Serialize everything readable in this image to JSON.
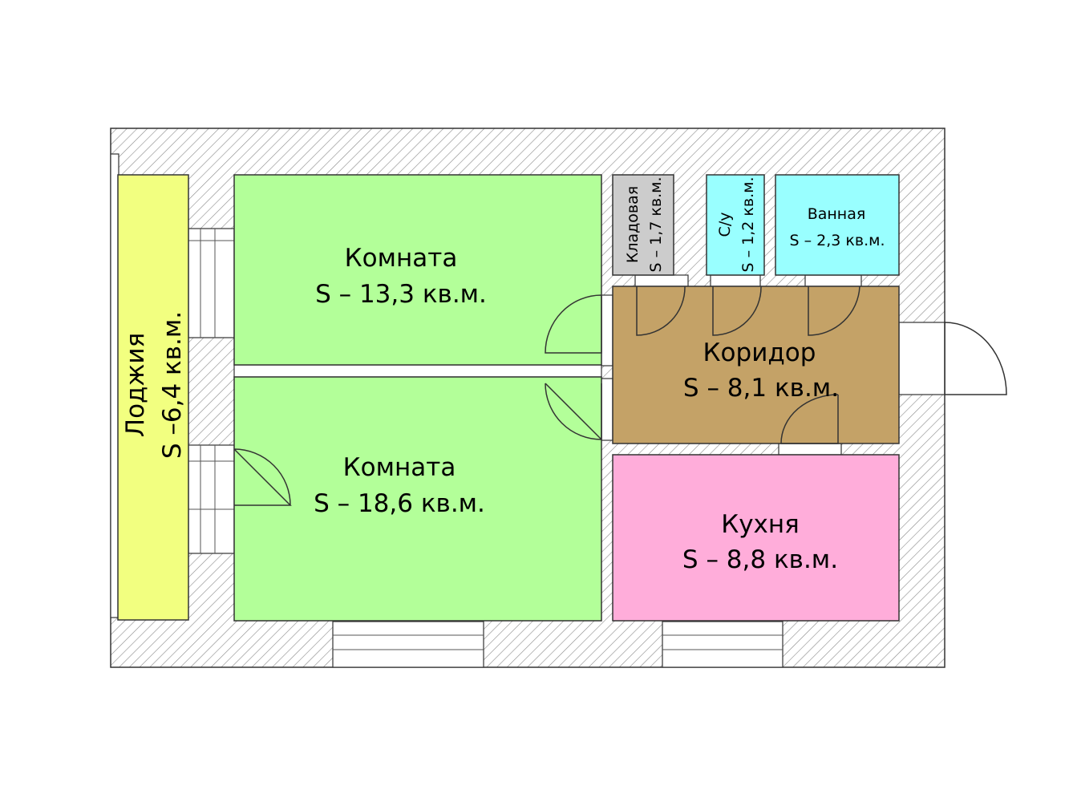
{
  "colors": {
    "wall_hatch": "#888888",
    "room_green": "#b3ff99",
    "loggia_yellow": "#f2ff80",
    "storage_gray": "#cccccc",
    "bath_cyan": "#99ffff",
    "corridor_tan": "#c4a267",
    "kitchen_pink": "#ffadda"
  },
  "rooms": {
    "room1": {
      "name": "Комната",
      "area": "S – 13,3 кв.м."
    },
    "room2": {
      "name": "Комната",
      "area": "S – 18,6 кв.м."
    },
    "loggia": {
      "name": "Лоджия",
      "area": "S –6,4 кв.м."
    },
    "storage": {
      "name": "Кладовая",
      "area": "S – 1,7 кв.м."
    },
    "wc": {
      "name": "С/у",
      "area": "S – 1,2 кв.м."
    },
    "bath": {
      "name": "Ванная",
      "area": "S – 2,3 кв.м."
    },
    "corridor": {
      "name": "Коридор",
      "area": "S – 8,1 кв.м."
    },
    "kitchen": {
      "name": "Кухня",
      "area": "S – 8,8 кв.м."
    }
  }
}
